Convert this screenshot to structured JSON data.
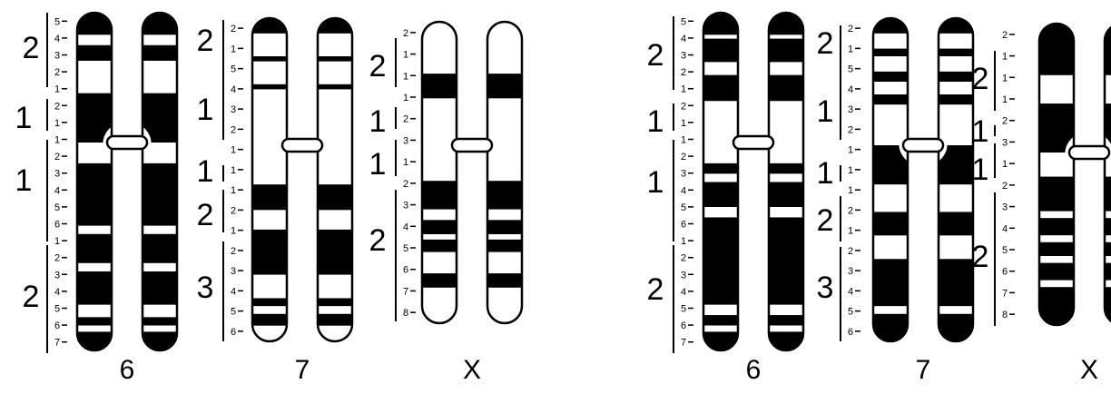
{
  "panels": [
    {
      "chromosomes": [
        {
          "label": "6",
          "arm_labels": [
            {
              "text": "2"
            },
            {
              "text": "1"
            },
            {
              "text": "1"
            },
            {
              "text": "2"
            }
          ],
          "band_numbers": [
            "5",
            "4",
            "3",
            "2",
            "1",
            "2",
            "1",
            "1",
            "2",
            "3",
            "4",
            "5",
            "6",
            "1",
            "2",
            "3",
            "4",
            "5",
            "6",
            "7"
          ],
          "bands": [
            {
              "arm": "p",
              "from": 0.0,
              "to": 0.17,
              "color": "black"
            },
            {
              "arm": "p",
              "from": 0.17,
              "to": 0.25,
              "color": "white"
            },
            {
              "arm": "p",
              "from": 0.25,
              "to": 0.37,
              "color": "black"
            },
            {
              "arm": "p",
              "from": 0.37,
              "to": 0.62,
              "color": "white"
            },
            {
              "arm": "p",
              "from": 0.62,
              "to": 1.0,
              "color": "black"
            },
            {
              "arm": "q",
              "from": 0.0,
              "to": 0.1,
              "color": "white"
            },
            {
              "arm": "q",
              "from": 0.1,
              "to": 0.4,
              "color": "black"
            },
            {
              "arm": "q",
              "from": 0.4,
              "to": 0.44,
              "color": "white"
            },
            {
              "arm": "q",
              "from": 0.44,
              "to": 0.58,
              "color": "black"
            },
            {
              "arm": "q",
              "from": 0.58,
              "to": 0.62,
              "color": "white"
            },
            {
              "arm": "q",
              "from": 0.62,
              "to": 0.78,
              "color": "black"
            },
            {
              "arm": "q",
              "from": 0.78,
              "to": 0.84,
              "color": "white"
            },
            {
              "arm": "q",
              "from": 0.84,
              "to": 0.88,
              "color": "black"
            },
            {
              "arm": "q",
              "from": 0.88,
              "to": 0.91,
              "color": "white"
            },
            {
              "arm": "q",
              "from": 0.91,
              "to": 1.0,
              "color": "black"
            }
          ]
        },
        {
          "label": "7",
          "arm_labels": [
            {
              "text": "2"
            },
            {
              "text": "1"
            },
            {
              "text": "1"
            },
            {
              "text": "2"
            },
            {
              "text": "3"
            }
          ],
          "band_numbers": [
            "2",
            "1",
            "5",
            "4",
            "3",
            "2",
            "1",
            "1",
            "1",
            "2",
            "1",
            "2",
            "3",
            "4",
            "5",
            "6"
          ],
          "bands": [
            {
              "arm": "p",
              "from": 0.0,
              "to": 0.12,
              "color": "black"
            },
            {
              "arm": "p",
              "from": 0.12,
              "to": 0.3,
              "color": "white"
            },
            {
              "arm": "p",
              "from": 0.3,
              "to": 0.34,
              "color": "black"
            },
            {
              "arm": "p",
              "from": 0.34,
              "to": 0.52,
              "color": "white"
            },
            {
              "arm": "p",
              "from": 0.52,
              "to": 0.56,
              "color": "black"
            },
            {
              "arm": "p",
              "from": 0.56,
              "to": 1.0,
              "color": "white"
            },
            {
              "arm": "q",
              "from": 0.0,
              "to": 0.2,
              "color": "white"
            },
            {
              "arm": "q",
              "from": 0.2,
              "to": 0.33,
              "color": "black"
            },
            {
              "arm": "q",
              "from": 0.33,
              "to": 0.43,
              "color": "white"
            },
            {
              "arm": "q",
              "from": 0.43,
              "to": 0.66,
              "color": "black"
            },
            {
              "arm": "q",
              "from": 0.66,
              "to": 0.78,
              "color": "white"
            },
            {
              "arm": "q",
              "from": 0.78,
              "to": 0.82,
              "color": "black"
            },
            {
              "arm": "q",
              "from": 0.82,
              "to": 0.86,
              "color": "white"
            },
            {
              "arm": "q",
              "from": 0.86,
              "to": 0.92,
              "color": "black"
            },
            {
              "arm": "q",
              "from": 0.92,
              "to": 1.0,
              "color": "white"
            }
          ]
        },
        {
          "label": "X",
          "arm_labels": [
            {
              "text": "2"
            },
            {
              "text": "1"
            },
            {
              "text": "1"
            },
            {
              "text": "2"
            }
          ],
          "band_numbers": [
            "2",
            "1",
            "1",
            "1",
            "2",
            "3",
            "1",
            "2",
            "3",
            "4",
            "5",
            "6",
            "7",
            "8"
          ],
          "bands": [
            {
              "arm": "p",
              "from": 0.0,
              "to": 0.42,
              "color": "white"
            },
            {
              "arm": "p",
              "from": 0.42,
              "to": 0.62,
              "color": "black"
            },
            {
              "arm": "p",
              "from": 0.62,
              "to": 1.0,
              "color": "white"
            },
            {
              "arm": "q",
              "from": 0.0,
              "to": 0.2,
              "color": "white"
            },
            {
              "arm": "q",
              "from": 0.2,
              "to": 0.36,
              "color": "black"
            },
            {
              "arm": "q",
              "from": 0.36,
              "to": 0.42,
              "color": "white"
            },
            {
              "arm": "q",
              "from": 0.42,
              "to": 0.5,
              "color": "black"
            },
            {
              "arm": "q",
              "from": 0.5,
              "to": 0.53,
              "color": "white"
            },
            {
              "arm": "q",
              "from": 0.53,
              "to": 0.6,
              "color": "black"
            },
            {
              "arm": "q",
              "from": 0.6,
              "to": 0.72,
              "color": "white"
            },
            {
              "arm": "q",
              "from": 0.72,
              "to": 0.8,
              "color": "black"
            },
            {
              "arm": "q",
              "from": 0.8,
              "to": 0.86,
              "color": "white"
            },
            {
              "arm": "q",
              "from": 0.86,
              "to": 1.0,
              "color": "white"
            }
          ]
        }
      ]
    },
    {
      "chromosomes": [
        {
          "label": "6",
          "arm_labels": [
            {
              "text": "2"
            },
            {
              "text": "1"
            },
            {
              "text": "1"
            },
            {
              "text": "2"
            }
          ],
          "band_numbers": [
            "5",
            "4",
            "3",
            "2",
            "1",
            "2",
            "1",
            "1",
            "2",
            "3",
            "4",
            "5",
            "6",
            "1",
            "2",
            "3",
            "4",
            "5",
            "6",
            "7"
          ],
          "bands": [
            {
              "arm": "p",
              "from": 0.0,
              "to": 0.17,
              "color": "black"
            },
            {
              "arm": "p",
              "from": 0.17,
              "to": 0.2,
              "color": "white"
            },
            {
              "arm": "p",
              "from": 0.2,
              "to": 0.38,
              "color": "black"
            },
            {
              "arm": "p",
              "from": 0.38,
              "to": 0.48,
              "color": "white"
            },
            {
              "arm": "p",
              "from": 0.48,
              "to": 0.68,
              "color": "black"
            },
            {
              "arm": "p",
              "from": 0.68,
              "to": 1.0,
              "color": "white"
            },
            {
              "arm": "q",
              "from": 0.0,
              "to": 0.1,
              "color": "white"
            },
            {
              "arm": "q",
              "from": 0.1,
              "to": 0.15,
              "color": "black"
            },
            {
              "arm": "q",
              "from": 0.15,
              "to": 0.19,
              "color": "white"
            },
            {
              "arm": "q",
              "from": 0.19,
              "to": 0.31,
              "color": "black"
            },
            {
              "arm": "q",
              "from": 0.31,
              "to": 0.36,
              "color": "white"
            },
            {
              "arm": "q",
              "from": 0.36,
              "to": 0.78,
              "color": "black"
            },
            {
              "arm": "q",
              "from": 0.78,
              "to": 0.83,
              "color": "white"
            },
            {
              "arm": "q",
              "from": 0.83,
              "to": 0.88,
              "color": "black"
            },
            {
              "arm": "q",
              "from": 0.88,
              "to": 0.91,
              "color": "white"
            },
            {
              "arm": "q",
              "from": 0.91,
              "to": 1.0,
              "color": "black"
            }
          ]
        },
        {
          "label": "7",
          "arm_labels": [
            {
              "text": "2"
            },
            {
              "text": "1"
            },
            {
              "text": "1"
            },
            {
              "text": "2"
            },
            {
              "text": "3"
            }
          ],
          "band_numbers": [
            "2",
            "1",
            "5",
            "4",
            "3",
            "2",
            "1",
            "1",
            "1",
            "2",
            "1",
            "2",
            "3",
            "4",
            "5",
            "6"
          ],
          "bands": [
            {
              "arm": "p",
              "from": 0.0,
              "to": 0.12,
              "color": "black"
            },
            {
              "arm": "p",
              "from": 0.12,
              "to": 0.24,
              "color": "white"
            },
            {
              "arm": "p",
              "from": 0.24,
              "to": 0.3,
              "color": "black"
            },
            {
              "arm": "p",
              "from": 0.3,
              "to": 0.42,
              "color": "white"
            },
            {
              "arm": "p",
              "from": 0.42,
              "to": 0.5,
              "color": "black"
            },
            {
              "arm": "p",
              "from": 0.5,
              "to": 0.6,
              "color": "white"
            },
            {
              "arm": "p",
              "from": 0.6,
              "to": 0.68,
              "color": "black"
            },
            {
              "arm": "p",
              "from": 0.68,
              "to": 1.0,
              "color": "white"
            },
            {
              "arm": "q",
              "from": 0.0,
              "to": 0.2,
              "color": "black"
            },
            {
              "arm": "q",
              "from": 0.2,
              "to": 0.34,
              "color": "white"
            },
            {
              "arm": "q",
              "from": 0.34,
              "to": 0.46,
              "color": "black"
            },
            {
              "arm": "q",
              "from": 0.46,
              "to": 0.58,
              "color": "white"
            },
            {
              "arm": "q",
              "from": 0.58,
              "to": 0.82,
              "color": "black"
            },
            {
              "arm": "q",
              "from": 0.82,
              "to": 0.86,
              "color": "white"
            },
            {
              "arm": "q",
              "from": 0.86,
              "to": 1.0,
              "color": "black"
            }
          ]
        },
        {
          "label": "X",
          "arm_labels": [
            {
              "text": "2"
            },
            {
              "text": "1"
            },
            {
              "text": "1"
            },
            {
              "text": "2"
            }
          ],
          "band_numbers": [
            "2",
            "1",
            "1",
            "1",
            "2",
            "3",
            "1",
            "2",
            "3",
            "4",
            "5",
            "6",
            "7",
            "8"
          ],
          "bands": [
            {
              "arm": "p",
              "from": 0.0,
              "to": 0.4,
              "color": "black"
            },
            {
              "arm": "p",
              "from": 0.4,
              "to": 0.62,
              "color": "white"
            },
            {
              "arm": "p",
              "from": 0.62,
              "to": 1.0,
              "color": "black"
            },
            {
              "arm": "q",
              "from": 0.0,
              "to": 0.14,
              "color": "white"
            },
            {
              "arm": "q",
              "from": 0.14,
              "to": 0.34,
              "color": "black"
            },
            {
              "arm": "q",
              "from": 0.34,
              "to": 0.38,
              "color": "white"
            },
            {
              "arm": "q",
              "from": 0.38,
              "to": 0.48,
              "color": "black"
            },
            {
              "arm": "q",
              "from": 0.48,
              "to": 0.52,
              "color": "white"
            },
            {
              "arm": "q",
              "from": 0.52,
              "to": 0.6,
              "color": "black"
            },
            {
              "arm": "q",
              "from": 0.6,
              "to": 0.64,
              "color": "white"
            },
            {
              "arm": "q",
              "from": 0.64,
              "to": 0.74,
              "color": "black"
            },
            {
              "arm": "q",
              "from": 0.74,
              "to": 0.78,
              "color": "white"
            },
            {
              "arm": "q",
              "from": 0.78,
              "to": 1.0,
              "color": "black"
            }
          ]
        }
      ]
    }
  ]
}
